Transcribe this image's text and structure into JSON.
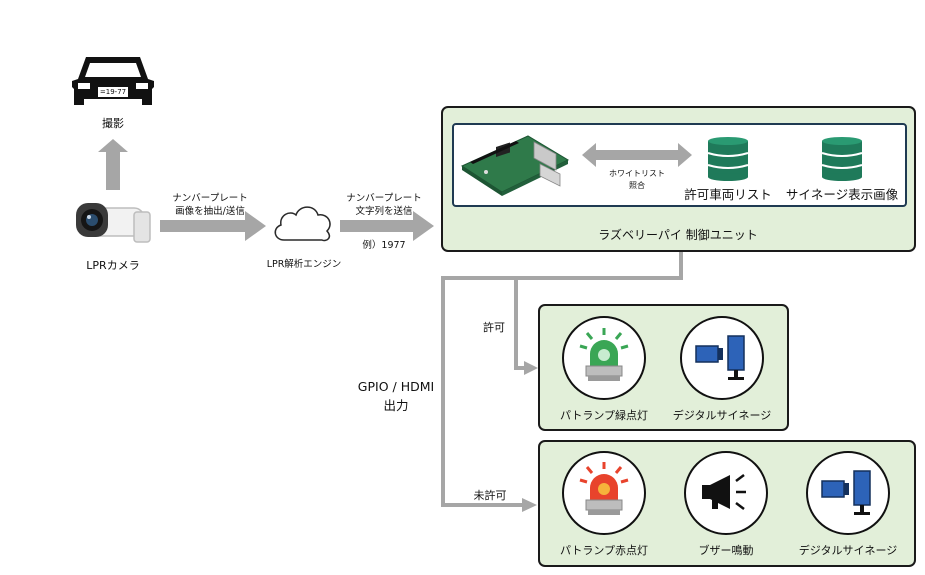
{
  "car": {
    "label": "撮影",
    "plate": "=19-77"
  },
  "camera": {
    "label": "LPRカメラ"
  },
  "arrow1": {
    "line1": "ナンバープレート",
    "line2": "画像を抽出/送信"
  },
  "engine": {
    "label": "LPR解析エンジン"
  },
  "arrow2": {
    "line1": "ナンバープレート",
    "line2": "文字列を送信",
    "example": "例）1977"
  },
  "control_unit": {
    "label": "ラズベリーパイ 制御ユニット",
    "whitelist_line1": "ホワイトリスト",
    "whitelist_line2": "照合",
    "db1": "許可車両リスト",
    "db2": "サイネージ表示画像"
  },
  "output": {
    "line1": "GPIO / HDMI",
    "line2": "出力"
  },
  "permitted": {
    "label": "許可",
    "items": [
      "パトランプ緑点灯",
      "デジタルサイネージ"
    ]
  },
  "denied": {
    "label": "未許可",
    "items": [
      "パトランプ赤点灯",
      "ブザー鳴動",
      "デジタルサイネージ"
    ]
  },
  "colors": {
    "panel": "#e2efd9",
    "arrow": "#a6a6a6",
    "green_lamp": "#3aa655",
    "red_lamp": "#e8432c"
  }
}
